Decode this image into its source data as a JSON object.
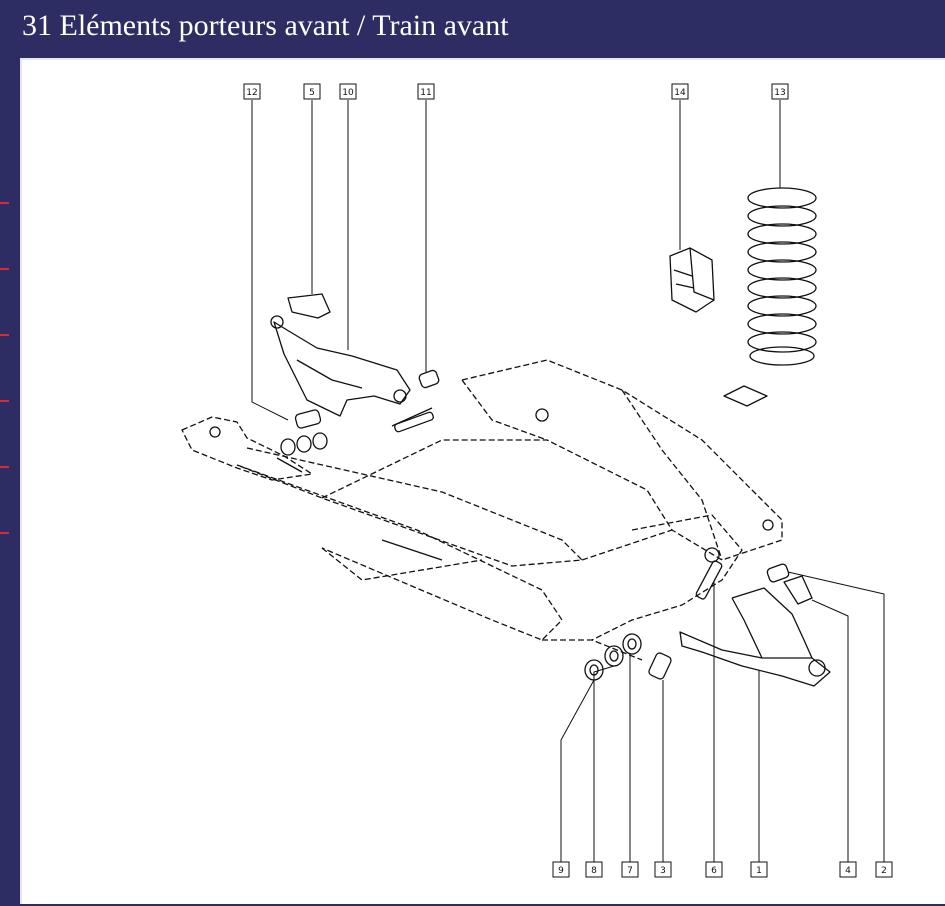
{
  "window": {
    "title": "31 Eléments porteurs avant / Train avant"
  },
  "colors": {
    "background": "#2e2d63",
    "panel": "#ffffff",
    "rail_marks": "#d62b3a",
    "line_art": "#111111"
  },
  "diagram": {
    "top_callouts": [
      "12",
      "5",
      "10",
      "11",
      "14",
      "13"
    ],
    "bottom_callouts": [
      "9",
      "8",
      "7",
      "3",
      "6",
      "1",
      "4",
      "2"
    ]
  }
}
